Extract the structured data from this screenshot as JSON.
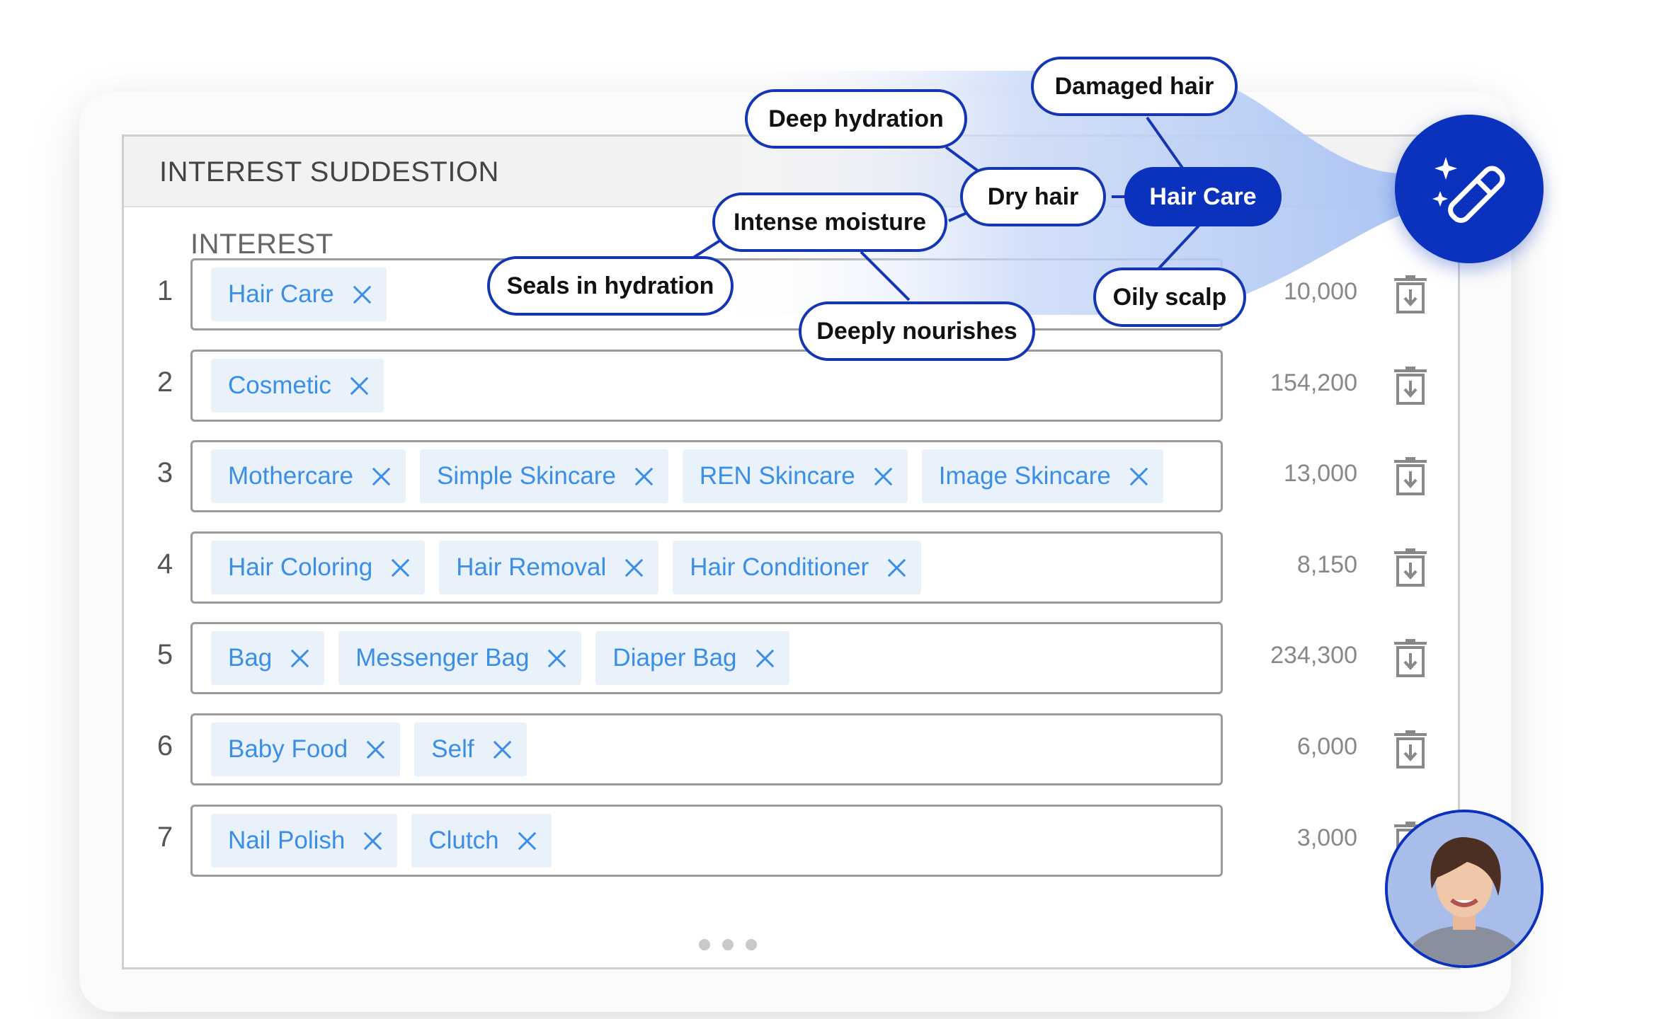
{
  "panel": {
    "title": "INTEREST SUDDESTION",
    "column_label": "INTEREST"
  },
  "rows": [
    {
      "num": "1",
      "count": "10,000",
      "chips": [
        "Hair Care"
      ]
    },
    {
      "num": "2",
      "count": "154,200",
      "chips": [
        "Cosmetic"
      ]
    },
    {
      "num": "3",
      "count": "13,000",
      "chips": [
        "Mothercare",
        "Simple Skincare",
        "REN Skincare",
        "Image Skincare"
      ]
    },
    {
      "num": "4",
      "count": "8,150",
      "chips": [
        "Hair Coloring",
        "Hair Removal",
        "Hair Conditioner"
      ]
    },
    {
      "num": "5",
      "count": "234,300",
      "chips": [
        "Bag",
        "Messenger Bag",
        "Diaper Bag"
      ]
    },
    {
      "num": "6",
      "count": "6,000",
      "chips": [
        "Baby Food",
        "Self"
      ]
    },
    {
      "num": "7",
      "count": "3,000",
      "chips": [
        "Nail Polish",
        "Clutch"
      ]
    }
  ],
  "mindmap": {
    "center": "Hair Care",
    "nodes": {
      "damaged_hair": "Damaged hair",
      "deep_hydration": "Deep hydration",
      "dry_hair": "Dry hair",
      "intense_moisture": "Intense moisture",
      "seals_in_hydration": "Seals in hydration",
      "deeply_nourishes": "Deeply nourishes",
      "oily_scalp": "Oily scalp"
    }
  },
  "icons": {
    "magic": "magic-wand-icon",
    "chip_remove": "close-icon",
    "row_action": "download-trash-icon"
  },
  "colors": {
    "brand": "#0a32bd",
    "chip_text": "#3b8ee6",
    "chip_bg": "#e9f1fb"
  }
}
